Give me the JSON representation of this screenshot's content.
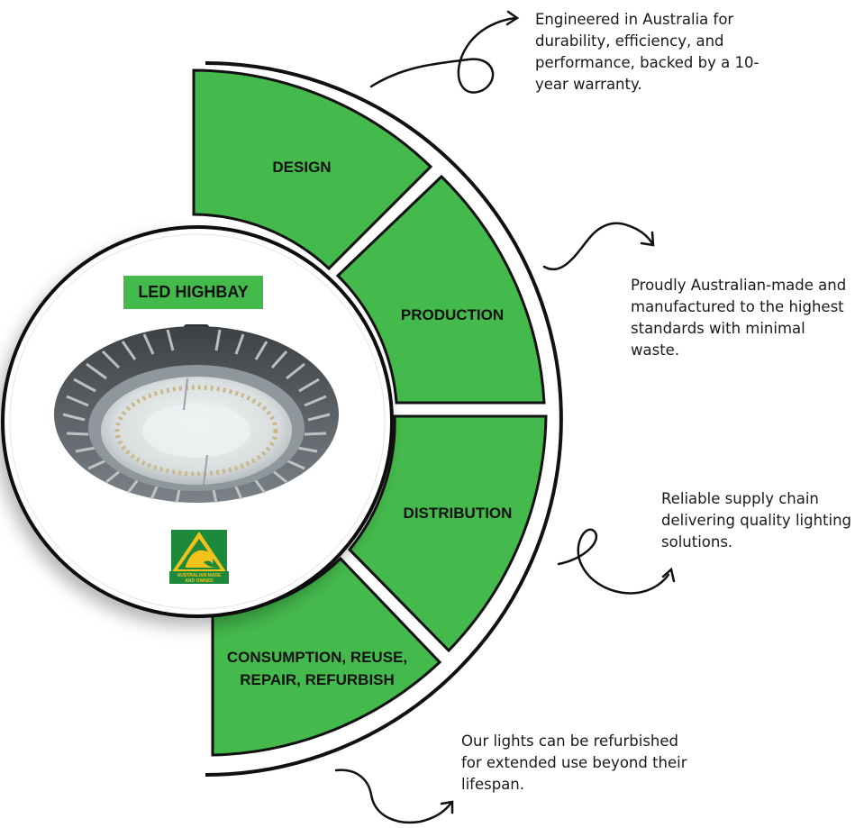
{
  "colors": {
    "segment_green": "#45ba4c",
    "outline": "#111111",
    "badge_green": "#45ba4c",
    "logo_green": "#1c8a3a",
    "logo_gold": "#f2c21b"
  },
  "product": {
    "title": "LED HIGHBAY",
    "logo_text": "AUSTRALIAN MADE AND OWNED"
  },
  "segments": [
    {
      "label": "DESIGN",
      "icon": "loop-arrow"
    },
    {
      "label": "PRODUCTION",
      "icon": "wave-arrow"
    },
    {
      "label": "DISTRIBUTION",
      "icon": "loop-arrow"
    },
    {
      "label_line1": "CONSUMPTION, REUSE,",
      "label_line2": "REPAIR, REFURBISH",
      "icon": "wave-arrow"
    }
  ],
  "callouts": {
    "design": "Engineered in Australia for durability, efficiency, and performance, backed by a 10-year warranty.",
    "production": "Proudly Australian-made and manufactured to the highest standards with minimal waste.",
    "distribution": "Reliable supply chain delivering quality lighting solutions.",
    "consumption": "Our lights can be refurbished for extended use beyond their lifespan."
  }
}
